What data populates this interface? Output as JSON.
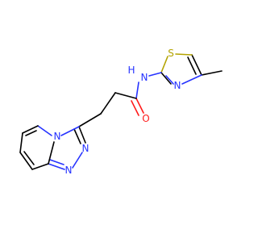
{
  "colors": {
    "carbon": "#000000",
    "nitrogen": "#2633ff",
    "oxygen": "#ff1a1a",
    "sulfur": "#b3a300",
    "background": "#ffffff"
  },
  "atoms": {
    "s1": "S",
    "n_thiazole": "N",
    "n_amide": "N",
    "h_amide": "H",
    "o_carbonyl": "O",
    "n_bridge": "N",
    "n_triazole_a": "N",
    "n_triazole_b": "N"
  }
}
